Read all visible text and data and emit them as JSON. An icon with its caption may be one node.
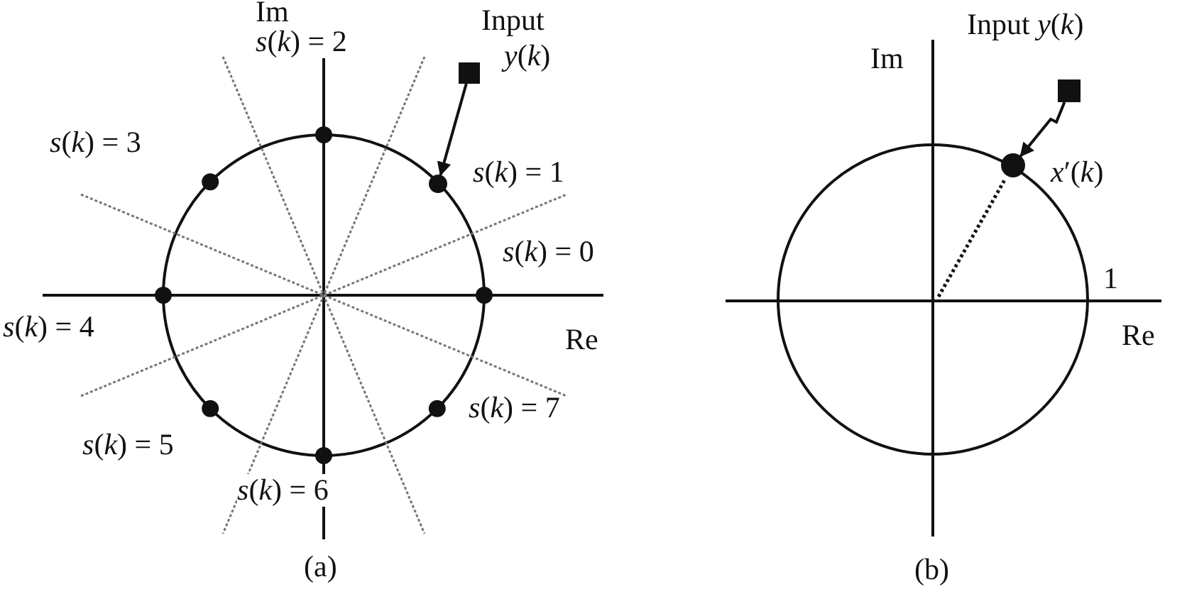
{
  "diagram": {
    "nodes": [
      {
        "text": [],
        "shape": "box",
        "beside": [
          "Input",
          "*y*(*k*)"
        ]
      },
      {
        "text": [],
        "shape": "circle",
        "beside": [
          "*s*(*k*) = 1"
        ]
      },
      {
        "text": [],
        "shape": "box",
        "beside": [
          "Input *y*(*k*)"
        ]
      },
      {
        "text": [],
        "shape": "circle",
        "beside": [
          "*x*′(*k*)"
        ]
      }
    ],
    "edges": [
      {
        "from": 0,
        "to": 1,
        "arrow": "to"
      },
      {
        "from": 2,
        "to": 3,
        "arrow": "to"
      }
    ],
    "labels": [
      "Im",
      "*s*(*k*) = 2",
      "*s*(*k*) = 3",
      "*s*(*k*) = 0",
      "*s*(*k*) = 4",
      "Re",
      "*s*(*k*) = 7",
      "*s*(*k*) = 5",
      "*s*(*k*) = 6",
      "(a)",
      "Im",
      "1",
      "Re",
      "(b)"
    ]
  }
}
